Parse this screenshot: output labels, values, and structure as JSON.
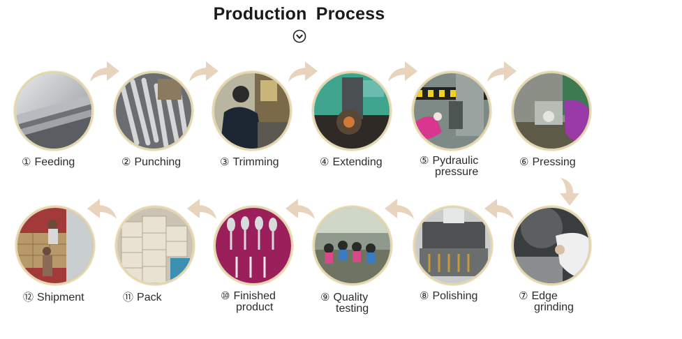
{
  "header": {
    "title": "Production  Process",
    "chevron_icon": "chevron-down-circle-icon"
  },
  "colors": {
    "ring": "#e3d6ae",
    "arrow": "#e8d3bd",
    "text": "#2b2b2b"
  },
  "steps": [
    {
      "num": "①",
      "line1": "Feeding",
      "line2": ""
    },
    {
      "num": "②",
      "line1": "Punching",
      "line2": ""
    },
    {
      "num": "③",
      "line1": "Trimming",
      "line2": ""
    },
    {
      "num": "④",
      "line1": "Extending",
      "line2": ""
    },
    {
      "num": "⑤",
      "line1": "Pydraulic",
      "line2": "pressure"
    },
    {
      "num": "⑥",
      "line1": "Pressing",
      "line2": ""
    },
    {
      "num": "⑦",
      "line1": "Edge",
      "line2": "grinding"
    },
    {
      "num": "⑧",
      "line1": "Polishing",
      "line2": ""
    },
    {
      "num": "⑨",
      "line1": "Quality",
      "line2": "testing"
    },
    {
      "num": "⑩",
      "line1": "Finished",
      "line2": "product"
    },
    {
      "num": "⑪",
      "line1": "Pack",
      "line2": ""
    },
    {
      "num": "⑫",
      "line1": "Shipment",
      "line2": ""
    }
  ]
}
